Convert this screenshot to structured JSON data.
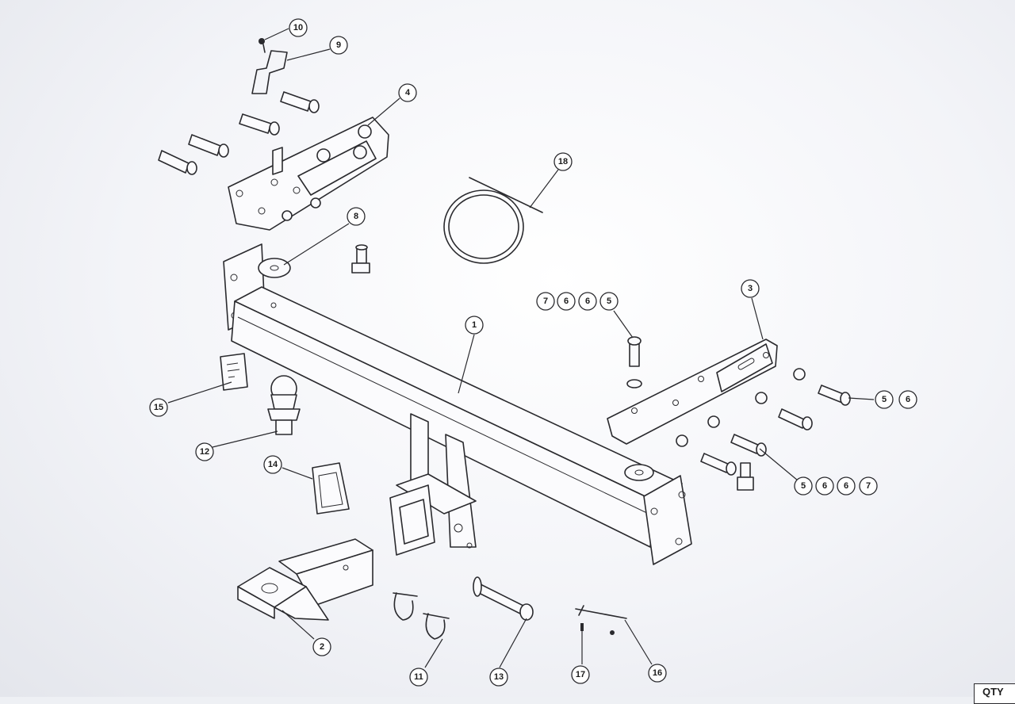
{
  "diagram": {
    "callouts": [
      {
        "id": "c1",
        "text": "1"
      },
      {
        "id": "c2",
        "text": "2"
      },
      {
        "id": "c3",
        "text": "3"
      },
      {
        "id": "c4",
        "text": "4"
      },
      {
        "id": "c8",
        "text": "8"
      },
      {
        "id": "c9",
        "text": "9"
      },
      {
        "id": "c10",
        "text": "10"
      },
      {
        "id": "c11",
        "text": "11"
      },
      {
        "id": "c12",
        "text": "12"
      },
      {
        "id": "c13",
        "text": "13"
      },
      {
        "id": "c14",
        "text": "14"
      },
      {
        "id": "c15",
        "text": "15"
      },
      {
        "id": "c16",
        "text": "16"
      },
      {
        "id": "c17",
        "text": "17"
      },
      {
        "id": "c18",
        "text": "18"
      },
      {
        "id": "g1a",
        "text": "7"
      },
      {
        "id": "g1b",
        "text": "6"
      },
      {
        "id": "g1c",
        "text": "6"
      },
      {
        "id": "g1d",
        "text": "5"
      },
      {
        "id": "g2a",
        "text": "5"
      },
      {
        "id": "g2b",
        "text": "6"
      },
      {
        "id": "g3a",
        "text": "5"
      },
      {
        "id": "g3b",
        "text": "6"
      },
      {
        "id": "g3c",
        "text": "6"
      },
      {
        "id": "g3d",
        "text": "7"
      }
    ],
    "corner_label": "QTY"
  }
}
